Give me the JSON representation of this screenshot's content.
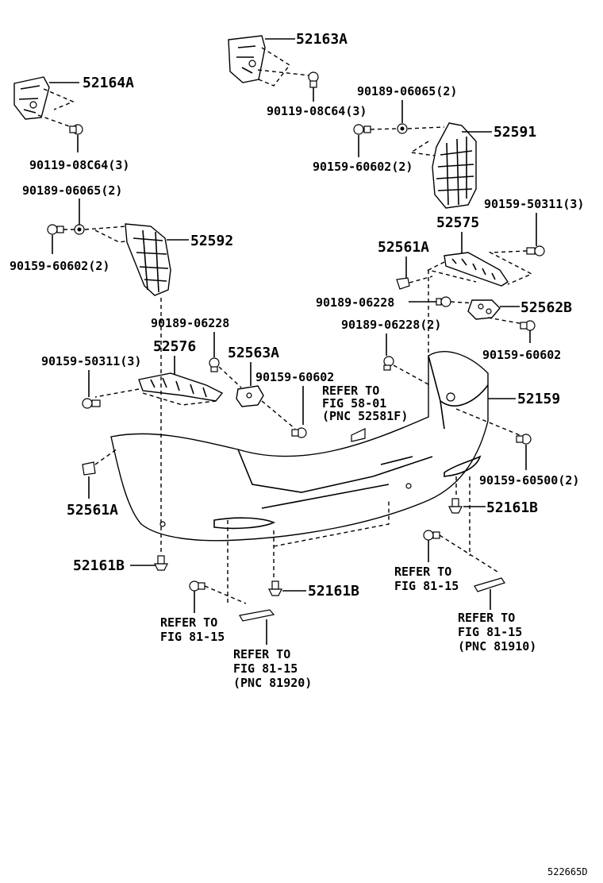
{
  "labels": {
    "p52163A": "52163A",
    "p52164A": "52164A",
    "p90119_08C64_3_top": "90119-08C64(3)",
    "p90119_08C64_3_left": "90119-08C64(3)",
    "p90189_06065_2_right": "90189-06065(2)",
    "p52591": "52591",
    "p90159_60602_2_right": "90159-60602(2)",
    "p90189_06065_2_left": "90189-06065(2)",
    "p90159_60602_2_left": "90159-60602(2)",
    "p52592": "52592",
    "p90159_50311_3_right": "90159-50311(3)",
    "p52575": "52575",
    "p52561A_top": "52561A",
    "p90189_06228_mid": "90189-06228",
    "p52562B": "52562B",
    "p90189_06228_2": "90189-06228(2)",
    "p90159_60602_right": "90159-60602",
    "p90189_06228_left": "90189-06228",
    "p52576": "52576",
    "p52563A": "52563A",
    "p90159_50311_3_left": "90159-50311(3)",
    "p90159_60602_center": "90159-60602",
    "p52159": "52159",
    "p90159_60500_2": "90159-60500(2)",
    "p52561A_left": "52561A",
    "p52161B_right": "52161B",
    "p52161B_left": "52161B",
    "p52161B_center": "52161B"
  },
  "refs": {
    "ref_fig58": [
      "REFER TO",
      "FIG 58-01",
      "(PNC 52581F)"
    ],
    "ref_fig81_right_bolt": [
      "REFER TO",
      "FIG 81-15"
    ],
    "ref_fig81_right_reflector": [
      "REFER TO",
      "FIG 81-15",
      "(PNC 81910)"
    ],
    "ref_fig81_left_bolt": [
      "REFER TO",
      "FIG 81-15"
    ],
    "ref_fig81_left_reflector": [
      "REFER TO",
      "FIG 81-15",
      "(PNC 81920)"
    ]
  },
  "diagram_code": "522665D"
}
